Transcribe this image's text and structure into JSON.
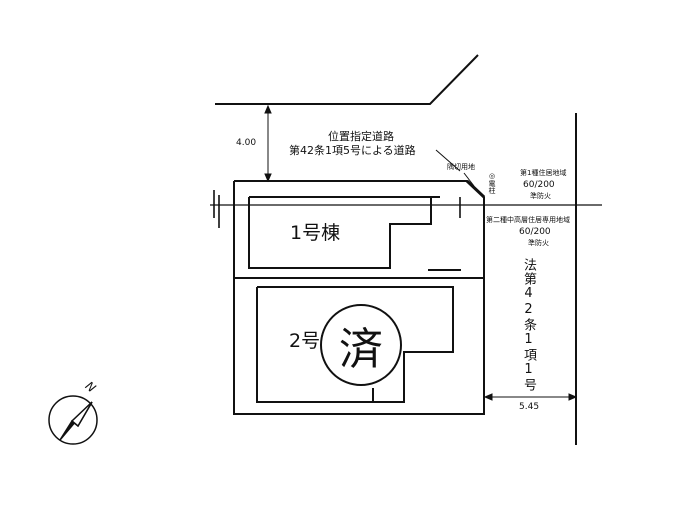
{
  "road_width_top": "4.00",
  "designated_road_line1": "位置指定道路",
  "designated_road_line2": "第42条1項5号による道路",
  "corner_cut": "隅切用地",
  "utility_pole": "◎電柱",
  "zoning_upper": {
    "name": "第1種住居地域",
    "ratio": "60/200",
    "fire": "準防火"
  },
  "zoning_lower": {
    "name": "第二種中高層住居専用地域",
    "ratio": "60/200",
    "fire": "準防火"
  },
  "road_right_vertical": "法第42条1項1号",
  "road_width_right": "5.45",
  "building_1": "1号棟",
  "building_2": "2号棟",
  "sold_stamp": "済",
  "north_label": "N"
}
